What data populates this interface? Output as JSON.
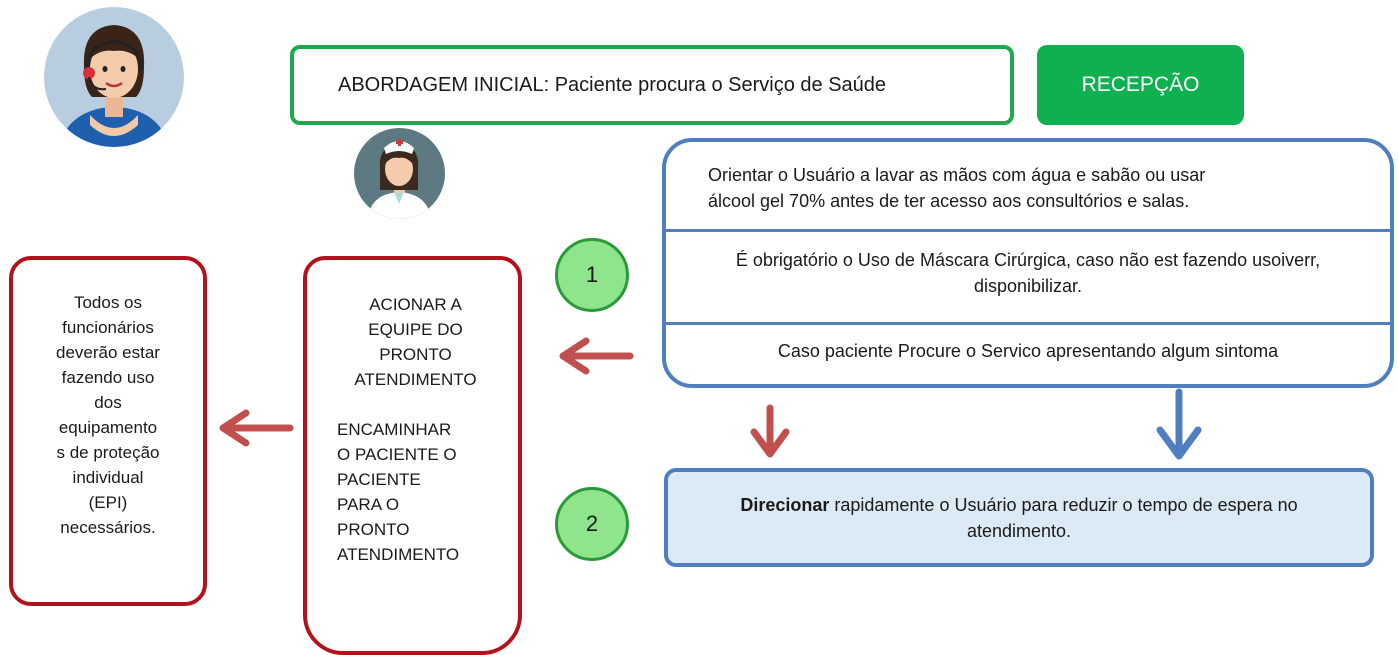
{
  "header": {
    "title": "ABORDAGEM INICIAL: Paciente procura o Serviço de Saúde",
    "badge": "RECEPÇÃO"
  },
  "orientation": {
    "line1a": "Orientar o Usuário a lavar as mãos com água e sabão ou usar",
    "line1b": "álcool gel 70% antes de ter acesso aos consultórios e salas.",
    "line2": "É obrigatório o Uso de Máscara Cirúrgica, caso não est fazendo usoiverr, disponibilizar.",
    "line3": "Caso paciente Procure o Servico apresentando algum sintoma"
  },
  "steps": {
    "step1": "1",
    "step2": "2"
  },
  "direct": {
    "bold": "Direcionar",
    "rest": " rapidamente o Usuário para reduzir o tempo de espera no atendimento."
  },
  "acionar": {
    "lines1": [
      "ACIONAR A",
      "EQUIPE DO",
      "PRONTO",
      "ATENDIMENTO"
    ],
    "lines2": [
      "ENCAMINHAR",
      "O PACIENTE O",
      "PACIENTE",
      "PARA O",
      "PRONTO",
      "ATENDIMENTO"
    ]
  },
  "todos": {
    "lines": [
      "Todos os",
      "funcionários",
      "deverão estar",
      "fazendo uso",
      "dos",
      "equipamento",
      "s de proteção",
      "individual",
      "(EPI)",
      "necessários."
    ]
  },
  "colors": {
    "green_border": "#1fa84e",
    "green_badge": "#0fb050",
    "blue": "#4f7fc0",
    "red_border": "#b3121c",
    "arrow_red": "#c0504d",
    "circle_fill": "#8ee58b"
  },
  "icons": {
    "reception": "receptionist-headset-icon",
    "nurse": "nurse-icon"
  }
}
